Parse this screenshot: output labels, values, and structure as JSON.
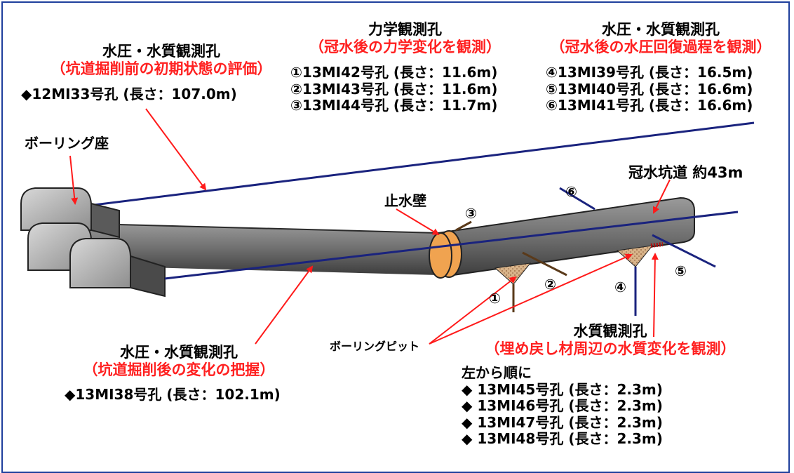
{
  "colors": {
    "frame": "#1f3f9c",
    "tunnel": "#7a7a7a",
    "borehole": "#1a237e",
    "arrow": "#ff1a1a",
    "plug": "#f0a350",
    "pit": "#c8a070"
  },
  "top_left": {
    "title": "水圧・水質観測孔",
    "paren_open": "（",
    "purpose": "坑道掘削前の初期状態の評価",
    "paren_close": "）",
    "hole": "◆12MI33号孔 (長さ：107.0m)"
  },
  "top_mid": {
    "title": "力学観測孔",
    "paren_open": "（",
    "purpose": "冠水後の力学変化を観測",
    "paren_close": "）",
    "holes": [
      "①13MI42号孔 (長さ：11.6m)",
      "②13MI43号孔 (長さ：11.6m)",
      "③13MI44号孔 (長さ：11.7m)"
    ]
  },
  "top_right": {
    "title": "水圧・水質観測孔",
    "paren_open": "（",
    "purpose": "冠水後の水圧回復過程を観測",
    "paren_close": "）",
    "holes": [
      "④13MI39号孔 (長さ：16.5m)",
      "⑤13MI40号孔 (長さ：16.6m)",
      "⑥13MI41号孔 (長さ：16.6m)"
    ]
  },
  "labels": {
    "boring_seat": "ボーリング座",
    "plug": "止水壁",
    "flooded_drift": "冠水坑道 約43m",
    "boring_pit": "ボーリングピット"
  },
  "markers": [
    "①",
    "②",
    "③",
    "④",
    "⑤",
    "⑥"
  ],
  "bottom_left": {
    "title": "水圧・水質観測孔",
    "paren_open": "（",
    "purpose": "坑道掘削後の変化の把握",
    "paren_close": "）",
    "hole": "◆13MI38号孔 (長さ：102.1m)"
  },
  "bottom_right": {
    "title": "水質観測孔",
    "paren_open": "（",
    "purpose": "埋め戻し材周辺の水質変化を観測",
    "paren_close": "）",
    "order": "左から順に",
    "holes": [
      "◆ 13MI45号孔 (長さ：2.3m)",
      "◆ 13MI46号孔 (長さ：2.3m)",
      "◆ 13MI47号孔 (長さ：2.3m)",
      "◆ 13MI48号孔 (長さ：2.3m)"
    ]
  }
}
